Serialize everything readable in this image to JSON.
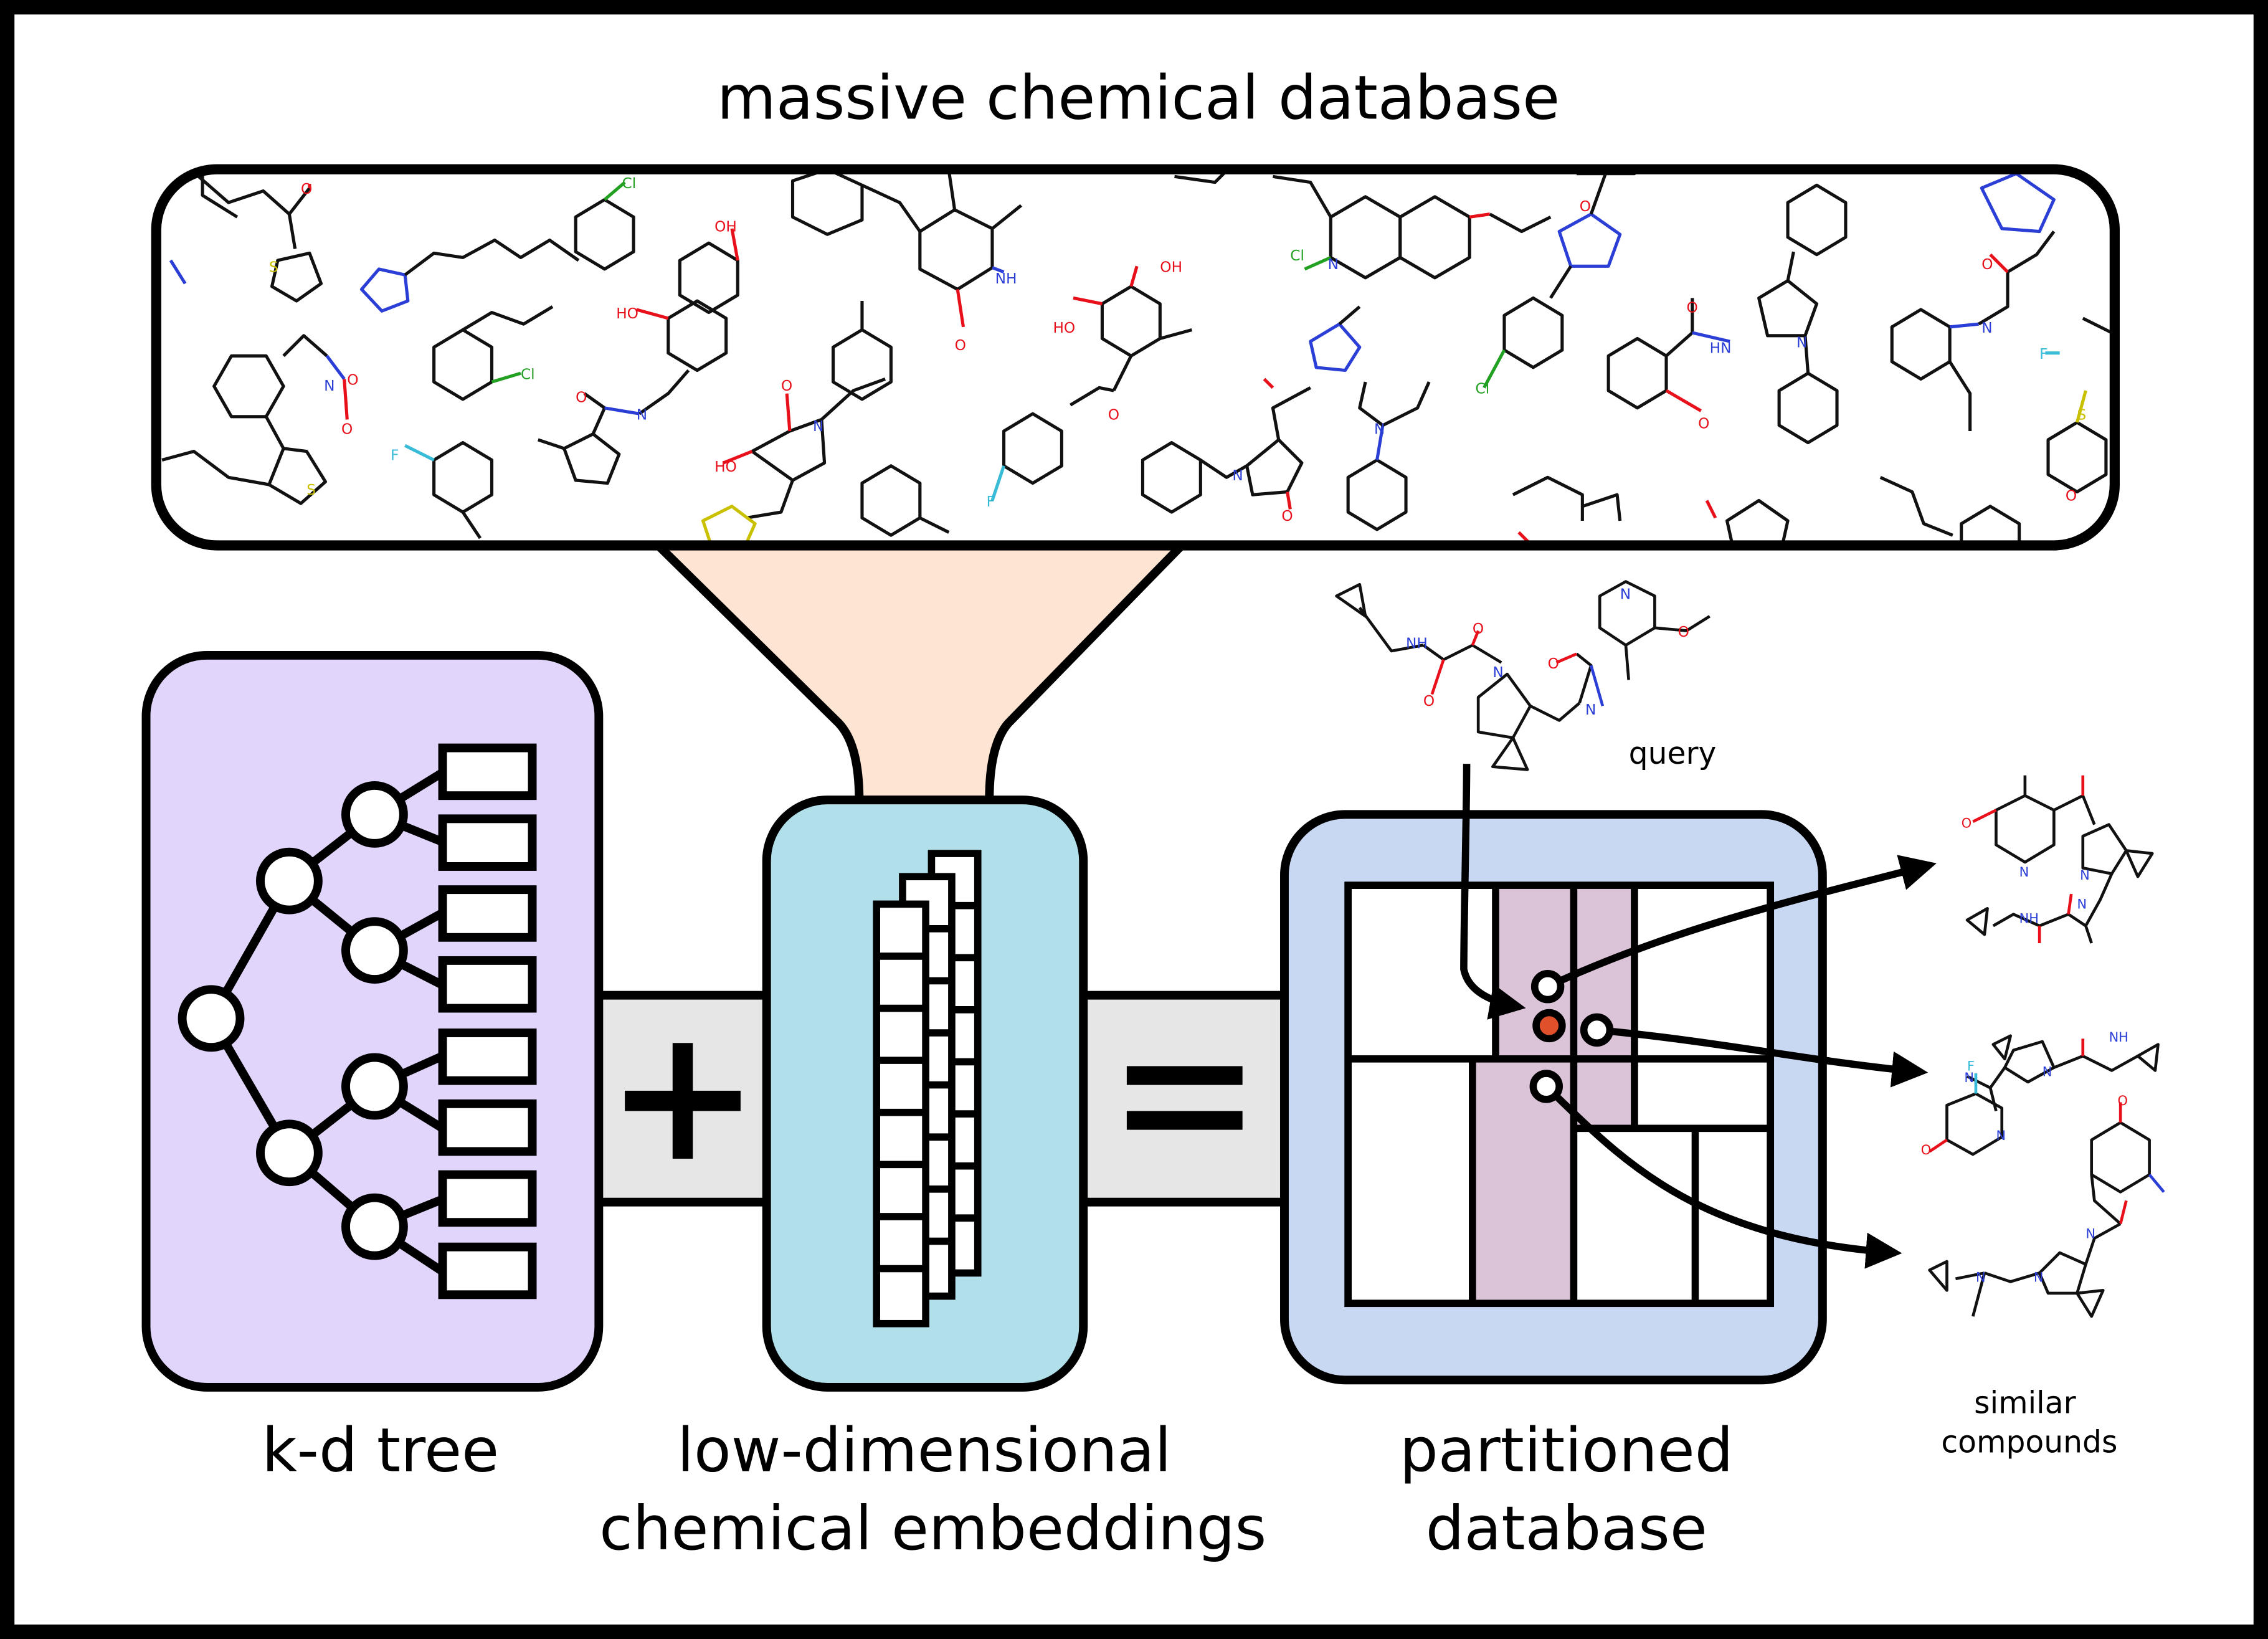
{
  "title": "massive chemical database",
  "panels": {
    "kd_tree": {
      "label": "k-d tree",
      "fill": "#e2d5fb"
    },
    "embeddings": {
      "label_line1": "low-dimensional",
      "label_line2": "chemical embeddings",
      "fill": "#b1dfea"
    },
    "partitioned": {
      "label_line1": "partitioned",
      "label_line2": "database",
      "fill": "#c8d8f3"
    }
  },
  "operators": {
    "plus": "+",
    "equals": "="
  },
  "query_label": "query",
  "results_label_line1": "similar",
  "results_label_line2": "compounds",
  "colors": {
    "funnel": "#fde4d3",
    "connector": "#e6e6e6",
    "partition_highlight": "#dcc4d8",
    "query_point": "#e0502a",
    "atom_O": "#e8101a",
    "atom_N": "#2b3fd6",
    "atom_S": "#c9c000",
    "atom_F": "#37bbd6",
    "atom_Cl": "#22a022"
  },
  "atom_labels": {
    "O": "O",
    "N": "N",
    "S": "S",
    "F": "F",
    "Cl": "Cl",
    "NH": "NH",
    "HN": "HN",
    "OH": "OH",
    "HO": "HO"
  }
}
